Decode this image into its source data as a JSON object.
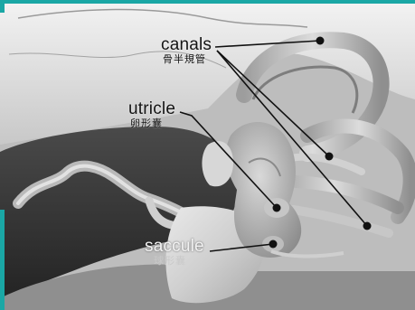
{
  "image": {
    "frame_color": "#1aa7a5",
    "labels": {
      "canals": {
        "en": "canals",
        "zh": "骨半規管"
      },
      "utricle": {
        "en": "utricle",
        "zh": "卵形囊"
      },
      "saccule": {
        "en": "saccule",
        "zh": "球形囊"
      }
    }
  }
}
